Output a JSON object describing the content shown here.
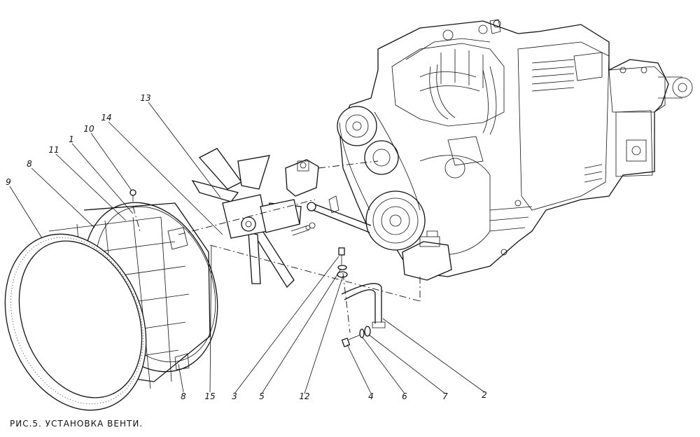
{
  "caption": "РИС.5. УСТАНОВКА ВЕНТИ.",
  "callouts": [
    "13",
    "14",
    "10",
    "1",
    "11",
    "8",
    "9",
    "8",
    "15",
    "3",
    "5",
    "12",
    "4",
    "6",
    "7",
    "2"
  ]
}
